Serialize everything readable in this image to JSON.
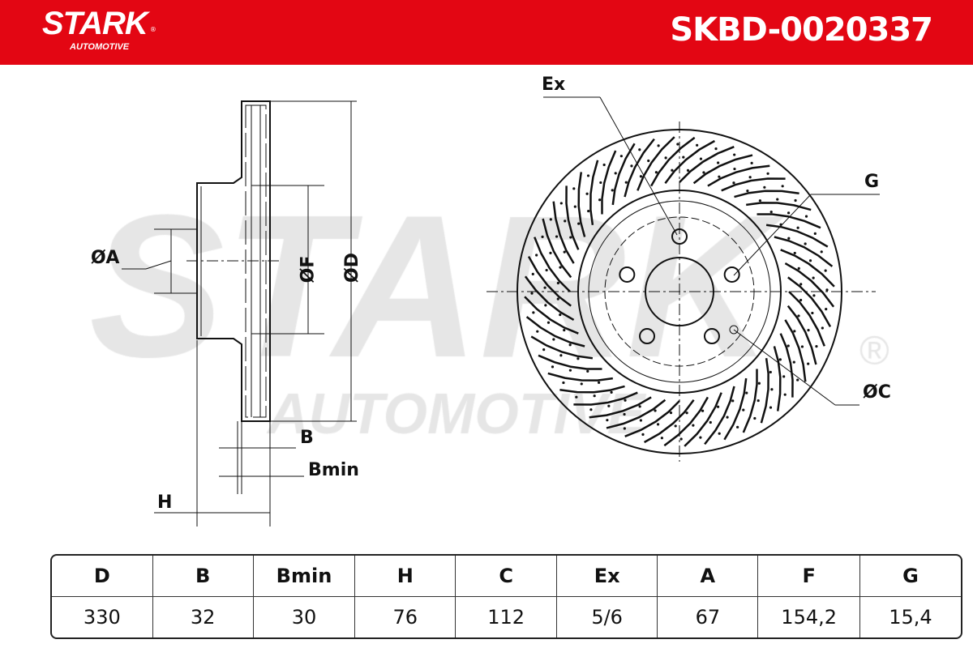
{
  "header": {
    "brand": "STARK",
    "brand_sub": "AUTOMOTIVE",
    "registered": "®",
    "part_number": "SKBD-0020337",
    "color": "#e30613"
  },
  "watermark": {
    "main": "STARK",
    "sub": "AUTOMOTIVE",
    "registered": "®"
  },
  "labels": {
    "a": "ØA",
    "f": "ØF",
    "d": "ØD",
    "b": "B",
    "bmin": "Bmin",
    "h": "H",
    "ex": "Ex",
    "g": "G",
    "c": "ØC"
  },
  "table": {
    "headers": [
      "D",
      "B",
      "Bmin",
      "H",
      "C",
      "Ex",
      "A",
      "F",
      "G"
    ],
    "values": [
      "330",
      "32",
      "30",
      "76",
      "112",
      "5/6",
      "67",
      "154,2",
      "15,4"
    ]
  }
}
